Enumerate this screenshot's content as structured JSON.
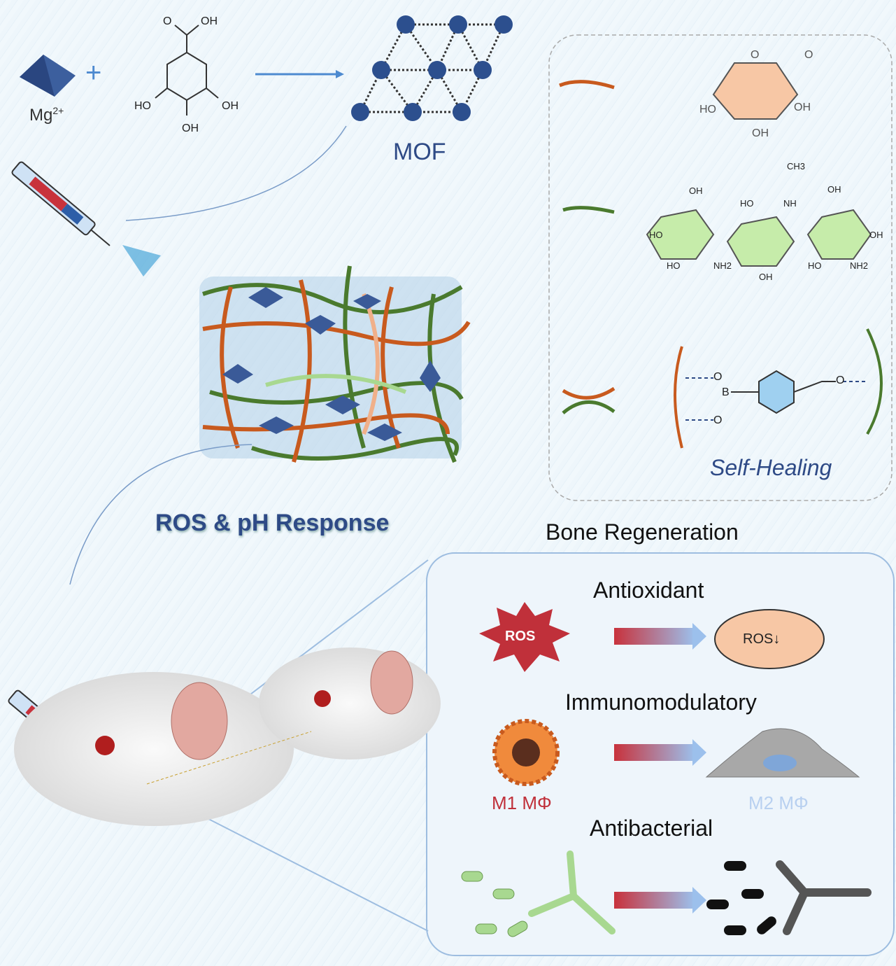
{
  "synthesis": {
    "metal": "Mg",
    "metal_charge": "2+",
    "plus": "+",
    "ligand_labels": {
      "o": "O",
      "oh_top": "OH",
      "ho_left": "HO",
      "oh_right": "OH",
      "oh_bottom": "OH"
    },
    "product": "MOF"
  },
  "legend": {
    "polymer1_labels": {
      "ho": "HO",
      "oh_right": "OH",
      "oh_bottom": "OH",
      "o1": "O",
      "o2": "O"
    },
    "polymer2_labels": {
      "ch3": "CH3",
      "nh": "NH",
      "ho_top": "HO",
      "oh1": "OH",
      "oh2": "OH",
      "ho_left": "HO",
      "oh_end": "OH",
      "ho1": "HO",
      "nh2_1": "NH2",
      "oh_mid": "OH",
      "ho2": "HO",
      "nh2_2": "NH2"
    },
    "crosslinker_labels": {
      "b": "B",
      "o1": "O",
      "o2": "O",
      "o3": "O"
    },
    "self_healing": "Self-Healing"
  },
  "response": "ROS & pH Response",
  "bone": {
    "title": "Bone Regeneration",
    "antioxidant": {
      "title": "Antioxidant",
      "before": "ROS",
      "after": "ROS↓"
    },
    "immuno": {
      "title": "Immunomodulatory",
      "before": "M1 MΦ",
      "after": "M2 MΦ"
    },
    "antibacterial": {
      "title": "Antibacterial"
    }
  },
  "colors": {
    "orange": "#c85a1e",
    "green": "#4a7a2e",
    "blue": "#2e4a86",
    "red": "#c0303a"
  }
}
